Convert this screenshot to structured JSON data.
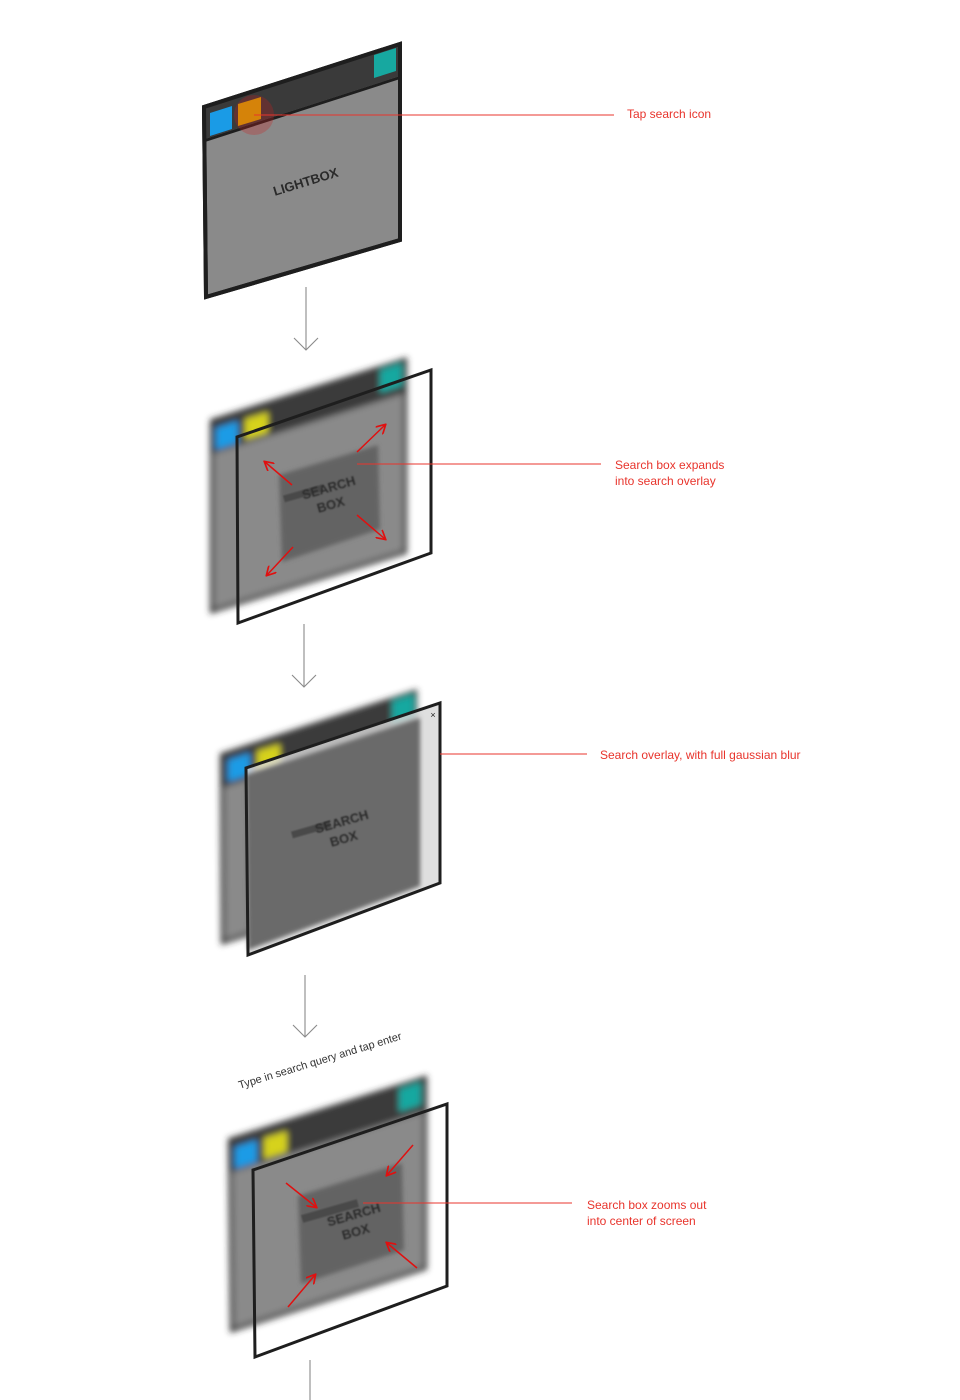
{
  "steps": [
    {
      "screen_label": "LIGHTBOX",
      "annotation": [
        "Tap search icon"
      ]
    },
    {
      "screen_label": [
        "SEARCH",
        "BOX"
      ],
      "annotation": [
        "Search box expands",
        "into search overlay"
      ]
    },
    {
      "screen_label": [
        "SEARCH",
        "BOX"
      ],
      "annotation": [
        "Search overlay, with full gaussian blur"
      ],
      "close_glyph": "×"
    },
    {
      "screen_label": [
        "SEARCH",
        "BOX"
      ],
      "annotation": [
        "Search box zooms out",
        "into center of screen"
      ]
    }
  ],
  "transition_note": "Type in search query and tap enter",
  "colors": {
    "annotation": "#e8342c",
    "arrow": "#e01010",
    "window_frame": "#1e1e1e",
    "title_bar": "#3a3a3a",
    "window_body": "#8a8a8a",
    "overlay_panel": "#666666",
    "tile_blue": "#1a9be6",
    "tile_yellow": "#d9a900",
    "tile_yellow_blurred": "#d6d21a",
    "tile_teal": "#17a8a0"
  }
}
